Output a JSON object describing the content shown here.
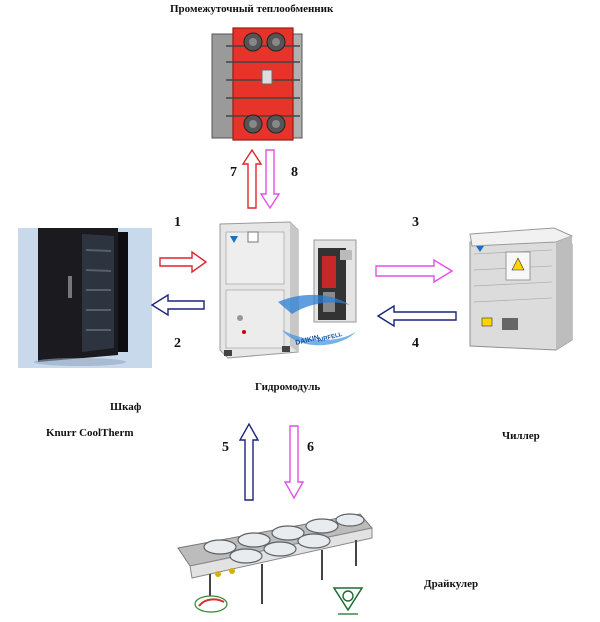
{
  "labels": {
    "heat_exchanger": "Промежуточный   теплообменник",
    "hydromodule": "Гидромодуль",
    "cabinet": "Шкаф",
    "cabinet_brand": "Knurr CoolTherm",
    "chiller": "Чиллер",
    "drycooler": "Драйкулер"
  },
  "flows": [
    "1",
    "2",
    "3",
    "4",
    "5",
    "6",
    "7",
    "8"
  ],
  "logo": {
    "brand_line1": "DAIKIN",
    "brand_line2": "AIRFELL"
  },
  "colors": {
    "flow_red": "#e0242a",
    "flow_blue": "#1a237e",
    "flow_magenta": "#e050e8",
    "exchanger_red": "#e8332a"
  }
}
